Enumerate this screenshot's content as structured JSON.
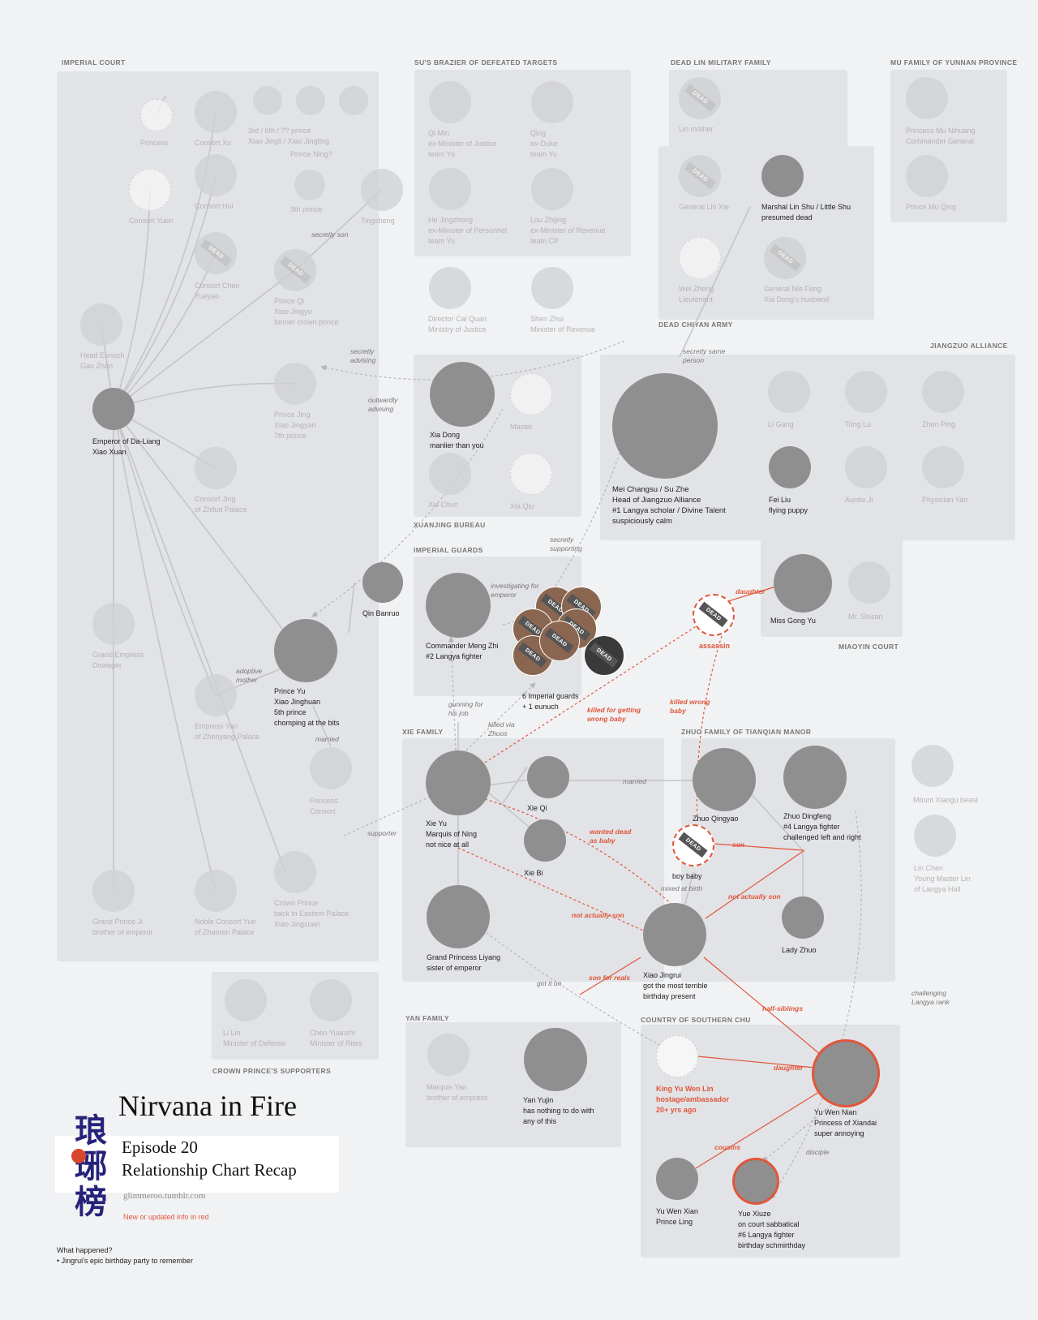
{
  "title": "Nirvana in Fire",
  "episode": "Episode 20",
  "subtitle": "Relationship Chart Recap",
  "site": "glimmeroo.tumblr.com",
  "logo_text": "琅琊榜",
  "legend_note": "New or updated info in red",
  "what_happened_heading": "What happened?",
  "what_happened_item": "• Jingrui's epic birthday party to remember",
  "colors": {
    "accent_red": "#e0563b",
    "group_fill": "#e2e3e6",
    "background": "#f1f2f4"
  },
  "groups": [
    {
      "id": "imperial-court",
      "label": "IMPERIAL COURT"
    },
    {
      "id": "su-brazier",
      "label": "SU'S BRAZIER OF DEFEATED TARGETS"
    },
    {
      "id": "dead-lin",
      "label": "DEAD LIN MILITARY FAMILY"
    },
    {
      "id": "mu-family",
      "label": "MU FAMILY OF YUNNAN PROVINCE"
    },
    {
      "id": "dead-chiyan",
      "label": "DEAD CHIYAN ARMY"
    },
    {
      "id": "jiangzuo",
      "label": "JIANGZUO ALLIANCE"
    },
    {
      "id": "xuanjing",
      "label": "XUANJING BUREAU"
    },
    {
      "id": "imperial-guards",
      "label": "IMPERIAL GUARDS"
    },
    {
      "id": "miaoyin",
      "label": "MIAOYIN COURT"
    },
    {
      "id": "xie-family",
      "label": "XIE FAMILY"
    },
    {
      "id": "zhuo-family",
      "label": "ZHUO FAMILY OF TIANQIAN MANOR"
    },
    {
      "id": "crown-supporters",
      "label": "CROWN PRINCE'S SUPPORTERS"
    },
    {
      "id": "yan-family",
      "label": "YAN FAMILY"
    },
    {
      "id": "southern-chu",
      "label": "COUNTRY OF SOUTHERN CHU"
    }
  ],
  "nodes": [
    {
      "id": "princess",
      "label": "Princess",
      "style": "empty faded"
    },
    {
      "id": "consort-xu",
      "label": "Consort Xu",
      "style": "faded"
    },
    {
      "id": "p3",
      "label": "",
      "style": "faded"
    },
    {
      "id": "p6",
      "label": "",
      "style": "faded"
    },
    {
      "id": "p7",
      "label": "",
      "style": "faded"
    },
    {
      "id": "princes-note",
      "label": "3rd / 6th / ?? prince\nXiao Jingli / Xiao Jingting",
      "style": "textonly faded"
    },
    {
      "id": "prince-ning",
      "label": "Prince Ning?",
      "style": "textonly faded"
    },
    {
      "id": "consort-yuen",
      "label": "Consort Yuen",
      "style": "empty faded"
    },
    {
      "id": "consort-hui",
      "label": "Consort Hui",
      "style": "faded"
    },
    {
      "id": "ninth-prince",
      "label": "9th prince",
      "style": "faded"
    },
    {
      "id": "tingsheng",
      "label": "Tingsheng",
      "style": "faded"
    },
    {
      "id": "consort-chen",
      "label": "Consort Chen\nYueyao",
      "style": "faded",
      "dead": "DEAD"
    },
    {
      "id": "prince-qi",
      "label": "Prince Qi\nXiao Jingyu\nformer crown prince",
      "style": "faded",
      "dead": "DEAD"
    },
    {
      "id": "gao-zhan",
      "label": "Head Eunuch\nGao Zhan",
      "style": "faded"
    },
    {
      "id": "emperor",
      "label": "Emperor of Da-Liang\nXiao Xuan",
      "style": ""
    },
    {
      "id": "prince-jing",
      "label": "Prince Jing\nXiao Jingyan\n7th prince",
      "style": "faded"
    },
    {
      "id": "consort-jing",
      "label": "Consort Jing\nof Zhiluo Palace",
      "style": "faded"
    },
    {
      "id": "grand-dowager",
      "label": "Grand Empress\nDowager",
      "style": "faded"
    },
    {
      "id": "empress-yan",
      "label": "Empress Yan\nof Zhenyang Palace",
      "style": "faded"
    },
    {
      "id": "prince-yu",
      "label": "Prince Yu\nXiao Jinghuan\n5th prince\nchomping at the bits",
      "style": ""
    },
    {
      "id": "qin-banruo",
      "label": "Qin Banruo",
      "style": ""
    },
    {
      "id": "princess-consort",
      "label": "Princess\nConsort",
      "style": "faded"
    },
    {
      "id": "crown-prince",
      "label": "Crown Prince\nback in Eastern Palace\nXiao Jingxuan",
      "style": "faded"
    },
    {
      "id": "grand-prince-ji",
      "label": "Grand Prince Ji\nbrother of emperor",
      "style": "faded"
    },
    {
      "id": "noble-consort-yue",
      "label": "Noble Consort Yue\nof Zhaoren Palace",
      "style": "faded"
    },
    {
      "id": "qi-min",
      "label": "Qi Min\nex-Minister of Justice\nteam Yu",
      "style": "faded"
    },
    {
      "id": "qing",
      "label": "Qing\nex-Duke\nteam Yu",
      "style": "faded"
    },
    {
      "id": "he-jingzhong",
      "label": "He Jingzhong\nex-Minister of Personnel\nteam Yu",
      "style": "faded"
    },
    {
      "id": "lou-zhijing",
      "label": "Lou Zhijing\nex-Minister of Revenue\nteam CP",
      "style": "faded"
    },
    {
      "id": "cai-quan",
      "label": "Director Cai Quan\nMinistry of Justice",
      "style": "faded"
    },
    {
      "id": "shen-zhui",
      "label": "Shen Zhui\nMinister of Revenue",
      "style": "faded"
    },
    {
      "id": "lin-mother",
      "label": "Lin mother",
      "style": "faded",
      "dead": "DEAD"
    },
    {
      "id": "lin-xie",
      "label": "General Lin Xie",
      "style": "faded",
      "dead": "DEAD"
    },
    {
      "id": "lin-shu",
      "label": "Marshal Lin Shu / Little Shu\npresumed dead",
      "style": ""
    },
    {
      "id": "wei-zheng",
      "label": "Wei Zheng\nLieutenant",
      "style": "empty faded"
    },
    {
      "id": "nie-feng",
      "label": "General Nie Feng\nXia Dong's husband",
      "style": "faded",
      "dead": "DEAD"
    },
    {
      "id": "mu-nihuang",
      "label": "Princess Mu Nihuang\nCommander General",
      "style": "faded"
    },
    {
      "id": "mu-qing",
      "label": "Prince Mu Qing",
      "style": "faded"
    },
    {
      "id": "xia-dong",
      "label": "Xia Dong\nmanlier than you",
      "style": ""
    },
    {
      "id": "master",
      "label": "Master",
      "style": "empty faded"
    },
    {
      "id": "xia-chun",
      "label": "Xia Chun",
      "style": "faded"
    },
    {
      "id": "xia-qiu",
      "label": "Xia Qiu",
      "style": "empty faded"
    },
    {
      "id": "mei-changsu",
      "label": "Mei Changsu / Su Zhe\nHead of Jiangzuo Alliance\n#1 Langya scholar / Divine Talent\nsuspiciously calm",
      "style": "big"
    },
    {
      "id": "li-gang",
      "label": "Li Gang",
      "style": "faded"
    },
    {
      "id": "tong-lu",
      "label": "Tong Lu",
      "style": "faded"
    },
    {
      "id": "zhen-ping",
      "label": "Zhen Ping",
      "style": "faded"
    },
    {
      "id": "fei-liu",
      "label": "Fei Liu\nflying puppy",
      "style": ""
    },
    {
      "id": "auntie-ji",
      "label": "Auntie Ji",
      "style": "faded"
    },
    {
      "id": "physician-yan",
      "label": "Physician Yan",
      "style": "faded"
    },
    {
      "id": "meng-zhi",
      "label": "Commander Meng Zhi\n#2 Langya fighter",
      "style": ""
    },
    {
      "id": "guards",
      "label": "6 Imperial guards\n+ 1 eunuch",
      "style": "textonly"
    },
    {
      "id": "assassin",
      "label": "assassin",
      "style": "reddash red",
      "dead": "DEAD"
    },
    {
      "id": "gong-yu",
      "label": "Miss Gong Yu",
      "style": ""
    },
    {
      "id": "mr-shisan",
      "label": "Mr. Shisan",
      "style": "faded"
    },
    {
      "id": "xie-yu",
      "label": "Xie Yu\nMarquis of Ning\nnot nice at all",
      "style": ""
    },
    {
      "id": "xie-qi",
      "label": "Xie Qi",
      "style": ""
    },
    {
      "id": "xie-bi",
      "label": "Xie Bi",
      "style": ""
    },
    {
      "id": "liyang",
      "label": "Grand Princess Liyang\nsister of emperor",
      "style": ""
    },
    {
      "id": "zhuo-qingyao",
      "label": "Zhuo Qingyao",
      "style": ""
    },
    {
      "id": "zhuo-dingfeng",
      "label": "Zhuo Dingfeng\n#4 Langya fighter\nchallenged left and right",
      "style": ""
    },
    {
      "id": "boy-baby",
      "label": "boy baby",
      "style": "reddash",
      "dead": "DEAD"
    },
    {
      "id": "lady-zhuo",
      "label": "Lady Zhuo",
      "style": ""
    },
    {
      "id": "jingrui",
      "label": "Xiao Jingrui\ngot the most terrible\nbirthday present",
      "style": ""
    },
    {
      "id": "xiaogu",
      "label": "Mount Xiaogu beast",
      "style": "faded"
    },
    {
      "id": "lin-chen",
      "label": "Lin Chen\nYoung Master Lin\nof Langya Hall",
      "style": "faded"
    },
    {
      "id": "li-lin",
      "label": "Li Lin\nMinister of Defense",
      "style": "faded"
    },
    {
      "id": "chen-yuanzhi",
      "label": "Chen Yuanzhi\nMinister of Rites",
      "style": "faded"
    },
    {
      "id": "marquis-yan",
      "label": "Marquis Yan\nbrother of empress",
      "style": "faded"
    },
    {
      "id": "yan-yujin",
      "label": "Yan Yujin\nhas nothing to do with\nany of this",
      "style": ""
    },
    {
      "id": "king-yuwen",
      "label": "King Yu Wen Lin\nhostage/ambassador\n20+ yrs ago",
      "style": "empty red"
    },
    {
      "id": "yuwen-nian",
      "label": "Yu Wen Nian\nPrincess of Xiandai\nsuper annoying",
      "style": "redring"
    },
    {
      "id": "yuwen-xian",
      "label": "Yu Wen Xian\nPrince Ling",
      "style": ""
    },
    {
      "id": "yue-xiuze",
      "label": "Yue Xiuze\non court sabbatical\n#6 Langya fighter\nbirthday schmirthday",
      "style": "redring"
    }
  ],
  "edges": [
    {
      "label": "secretly son"
    },
    {
      "label": "secretly\nadvising"
    },
    {
      "label": "outwardly\nadvising"
    },
    {
      "label": "secretly same\nperson"
    },
    {
      "label": "secretly\nsupporting"
    },
    {
      "label": "investigating for\nemperor"
    },
    {
      "label": "daughter",
      "red": true
    },
    {
      "label": "adoptive\nmother"
    },
    {
      "label": "married"
    },
    {
      "label": "gunning for\nhis job"
    },
    {
      "label": "killed via\nZhuos"
    },
    {
      "label": "killed for getting\nwrong baby",
      "red": true
    },
    {
      "label": "killed wrong\nbaby",
      "red": true
    },
    {
      "label": "married"
    },
    {
      "label": "wanted dead\nas baby",
      "red": true
    },
    {
      "label": "supporter"
    },
    {
      "label": "son",
      "red": true
    },
    {
      "label": "mixed at birth"
    },
    {
      "label": "not actually son",
      "red": true
    },
    {
      "label": "not actually son",
      "red": true
    },
    {
      "label": "son for reals",
      "red": true
    },
    {
      "label": "got it on"
    },
    {
      "label": "half-siblings",
      "red": true
    },
    {
      "label": "daughter",
      "red": true
    },
    {
      "label": "cousins",
      "red": true
    },
    {
      "label": "disciple"
    },
    {
      "label": "challenging\nLangya rank"
    }
  ]
}
